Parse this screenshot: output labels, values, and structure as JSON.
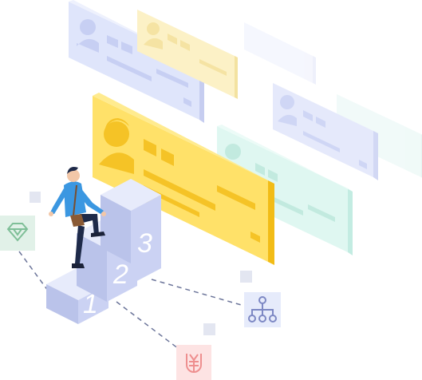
{
  "illustration": {
    "steps": [
      {
        "label": "1"
      },
      {
        "label": "2"
      },
      {
        "label": "3"
      }
    ],
    "icons": {
      "diamond": "diamond-icon",
      "hierarchy": "hierarchy-icon",
      "yuan": "yuan-icon"
    },
    "colors": {
      "card_blue": "#dfe4fb",
      "card_yellow": "#ffe06a",
      "card_green": "#dff7f2",
      "stairs": "#c5cdf0",
      "person_shirt": "#3b97e1",
      "diamond_tile": "#e2f1e9",
      "yuan_tile": "#fde2e2",
      "hierarchy_tile": "#e7ebfb"
    }
  }
}
